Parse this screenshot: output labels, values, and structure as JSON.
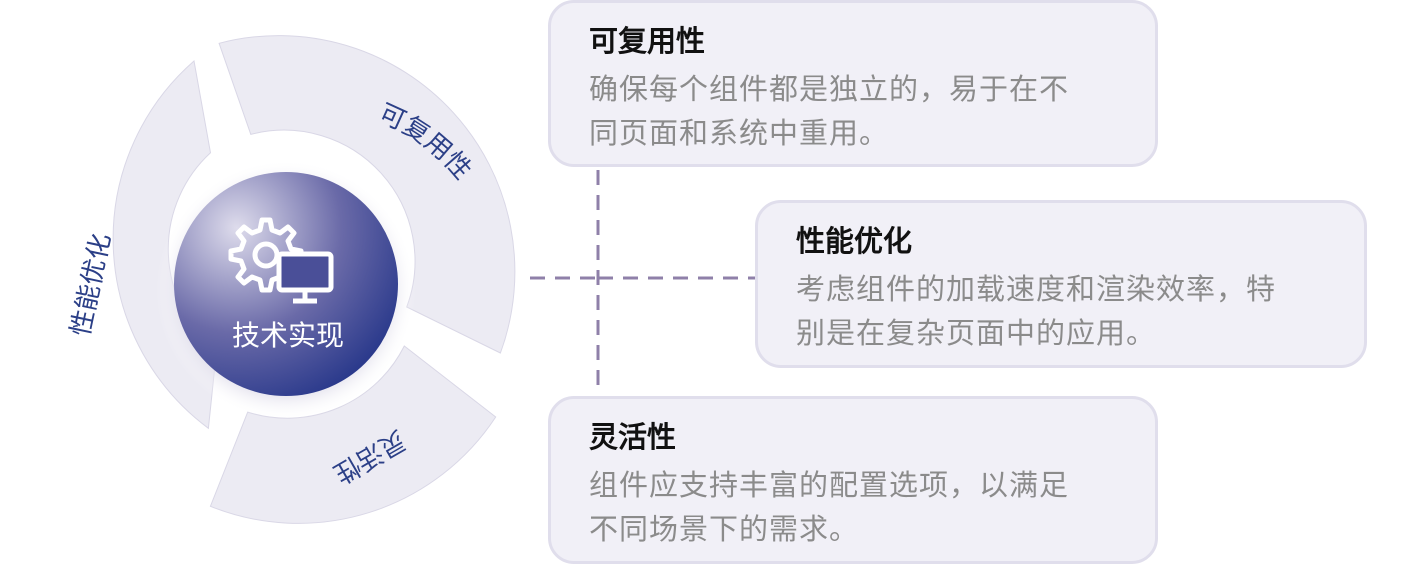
{
  "diagram": {
    "center_label": "技术实现",
    "center_icon": "gear-monitor-icon",
    "segments": [
      {
        "label": "可复用性"
      },
      {
        "label": "性能优化"
      },
      {
        "label": "灵活性"
      }
    ],
    "colors": {
      "center_gradient_start": "#d8d6e8",
      "center_gradient_end": "#27378a",
      "segment_fill": "#ecebf3",
      "segment_text": "#2b3f87",
      "connector": "#8f80a9",
      "card_fill": "#f1f0f7",
      "card_border": "#e0deec"
    }
  },
  "cards": {
    "reuse": {
      "title": "可复用性",
      "lines": [
        "确保每个组件都是独立的，易于在不",
        "同页面和系统中重用。"
      ]
    },
    "perf": {
      "title": "性能优化",
      "lines": [
        "考虑组件的加载速度和渲染效率，特",
        "别是在复杂页面中的应用。"
      ]
    },
    "flex": {
      "title": "灵活性",
      "lines": [
        "组件应支持丰富的配置选项，以满足",
        "不同场景下的需求。"
      ]
    }
  }
}
